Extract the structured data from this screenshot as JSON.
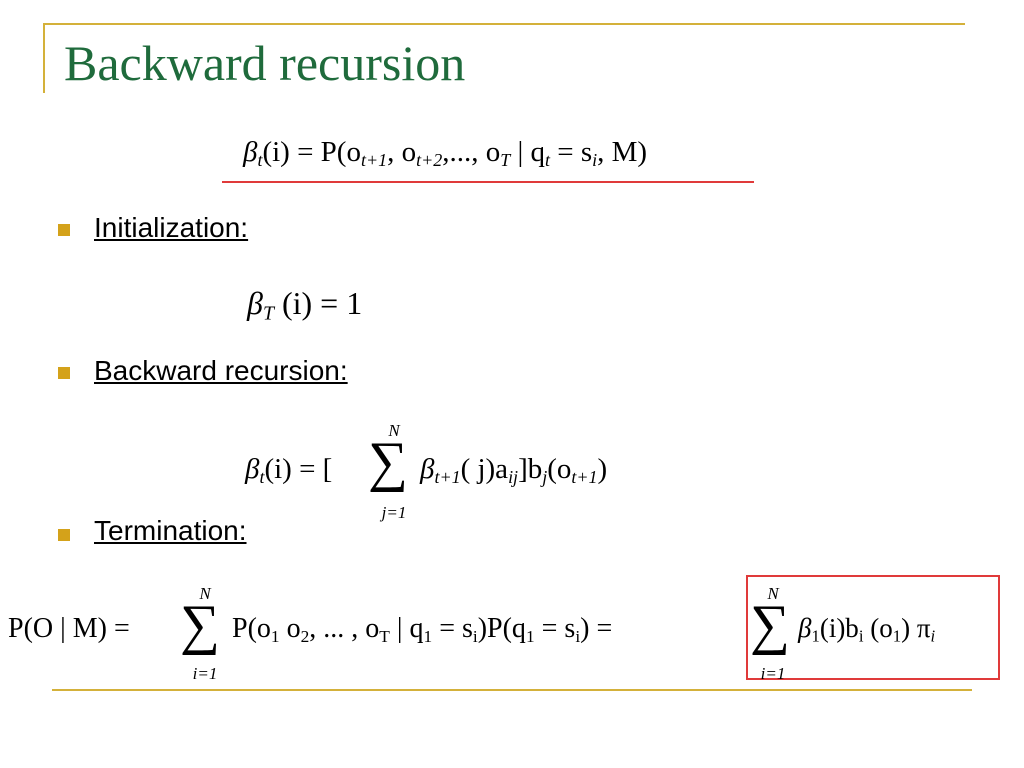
{
  "slide": {
    "title": "Backward recursion",
    "accent_color": "#d4b13a",
    "title_color": "#1f6b3c",
    "highlight_color": "#e03a3a"
  },
  "definition": {
    "lhs": "β",
    "lhs_sub": "t",
    "lhs_arg": "(i) = P(o",
    "s1": "t+1",
    "p2": ", o",
    "s2": "t+2",
    "p3": ",..., o",
    "s3": "T",
    "p4": " | q",
    "s4": "t",
    "p5": " = s",
    "s5": "i",
    "p6": ", M)"
  },
  "bullets": [
    {
      "label": "Initialization:"
    },
    {
      "label": "Backward recursion:"
    },
    {
      "label": "Termination:"
    }
  ],
  "initialization": {
    "beta": "β",
    "sub": "T",
    "rest": " (i) = 1"
  },
  "recursion": {
    "lhs": "β",
    "lhs_sub": "t",
    "lhs_rest": "(i) = [",
    "sum_top": "N",
    "sum_bottom": "j=1",
    "beta": "β",
    "beta_sub": "t+1",
    "mid": "( j)a",
    "a_sub": "ij",
    "mid2": "]b",
    "b_sub": "j",
    "mid3": "(o",
    "o_sub": "t+1",
    "end": ")"
  },
  "termination": {
    "lhs": "P(O | M) =",
    "sum1_top": "N",
    "sum1_bottom": "i=1",
    "mid": "P(o",
    "o1": "1",
    "m2": " o",
    "o2": "2",
    "m3": ", ... , o",
    "oT": "T",
    "m4": " | q",
    "q1": "1",
    "m5": " = s",
    "si": "i",
    "m6": ")P(q",
    "q1b": "1",
    "m7": " = s",
    "sib": "i",
    "m8": ") =",
    "sum2_top": "N",
    "sum2_bottom": "i=1",
    "beta": "β",
    "beta_sub": "1",
    "r1": "(i)b",
    "b_sub": "i",
    "r2": " (o",
    "o_sub": "1",
    "r3": ") π",
    "pi_sub": "i"
  }
}
